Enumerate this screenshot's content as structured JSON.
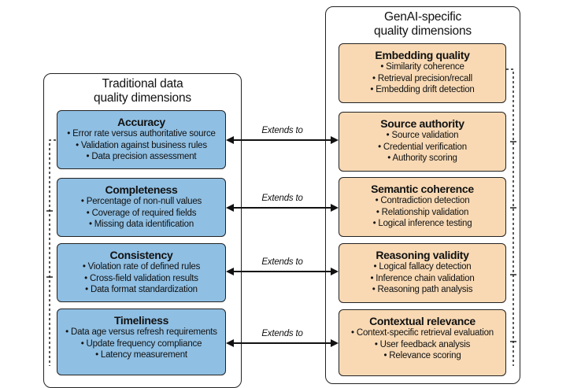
{
  "traditional": {
    "title_line1": "Traditional data",
    "title_line2": "quality dimensions",
    "cards": [
      {
        "title": "Accuracy",
        "items": [
          "• Error rate versus authoritative source",
          "• Validation against business rules",
          "• Data precision assessment"
        ]
      },
      {
        "title": "Completeness",
        "items": [
          "• Percentage of non-null values",
          "• Coverage of required fields",
          "• Missing data identification"
        ]
      },
      {
        "title": "Consistency",
        "items": [
          "• Violation rate of defined rules",
          "• Cross-field validation results",
          "• Data format standardization"
        ]
      },
      {
        "title": "Timeliness",
        "items": [
          "• Data age versus refresh requirements",
          "• Update frequency compliance",
          "• Latency measurement"
        ]
      }
    ]
  },
  "genai": {
    "title_line1": "GenAI-specific",
    "title_line2": "quality dimensions",
    "cards": [
      {
        "title": "Embedding quality",
        "items": [
          "• Similarity coherence",
          "• Retrieval precision/recall",
          "• Embedding drift detection"
        ]
      },
      {
        "title": "Source authority",
        "items": [
          "• Source validation",
          "• Credential verification",
          "• Authority scoring"
        ]
      },
      {
        "title": "Semantic coherence",
        "items": [
          "• Contradiction detection",
          "• Relationship validation",
          "• Logical inference testing"
        ]
      },
      {
        "title": "Reasoning validity",
        "items": [
          "• Logical fallacy detection",
          "• Inference chain validation",
          "• Reasoning path analysis"
        ]
      },
      {
        "title": "Contextual relevance",
        "items": [
          "• Context-specific retrieval evaluation",
          "• User feedback analysis",
          "• Relevance scoring"
        ]
      }
    ]
  },
  "links": [
    {
      "label": "Extends to"
    },
    {
      "label": "Extends to"
    },
    {
      "label": "Extends to"
    },
    {
      "label": "Extends to"
    }
  ]
}
